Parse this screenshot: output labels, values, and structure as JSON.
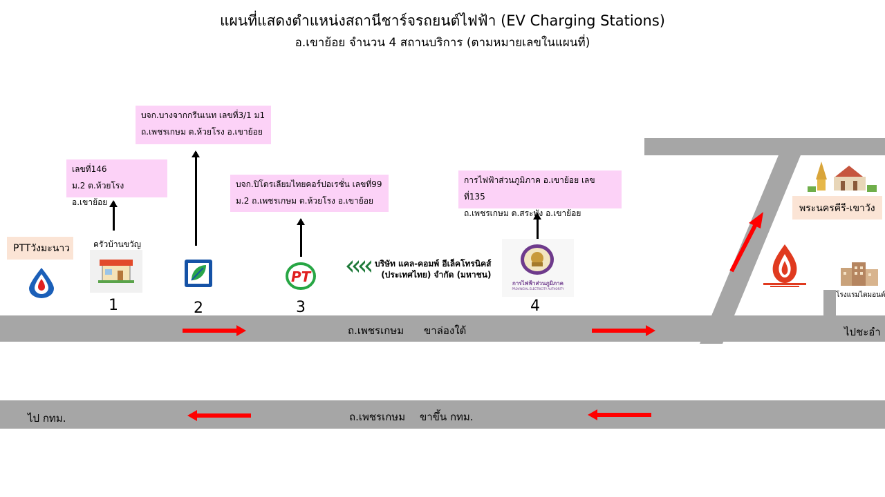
{
  "header": {
    "title": "แผนที่แสดงตำแหน่งสถานีชาร์จรถยนต์ไฟฟ้า (EV Charging Stations)",
    "subtitle": "อ.เขาย้อย จำนวน 4 สถานบริการ (ตามหมายเลขในแผนที่)"
  },
  "landmarks": {
    "ptt_label": "PTTวังมะนาว",
    "restaurant_label": "ครัวบ้านขวัญ",
    "pea_name": "การไฟฟ้าส่วนภูมิภาค",
    "pea_name_en": "PROVINCIAL ELECTRICITY AUTHORITY",
    "company_line1": "บริษัท แคล-คอมพ์ อีเล็คโทรนิคส์",
    "company_line2": "(ประเทศไทย) จำกัด (มหาชน)",
    "palace_label": "พระนครคีรี-เขาวัง",
    "hotel_label": "โรงแรมไดมอนด์"
  },
  "stations": [
    {
      "number": "1",
      "address_line1": "เลขที่146",
      "address_line2": "ม.2 ต.ห้วยโรง อ.เขาย้อย"
    },
    {
      "number": "2",
      "address_line1": "บจก.บางจากกรีนเนท เลขที่3/1 ม1",
      "address_line2": "ถ.เพชรเกษม ต.ห้วยโรง อ.เขาย้อย"
    },
    {
      "number": "3",
      "address_line1": "บจก.ปิโตรเลียมไทยคอร์ปอเรชั่น เลขที่99",
      "address_line2": "ม.2 ถ.เพชรเกษม ต.ห้วยโรง อ.เขาย้อย"
    },
    {
      "number": "4",
      "address_line1": "การไฟฟ้าส่วนภูมิภาค อ.เขาย้อย เลขที่135",
      "address_line2": "ถ.เพชรเกษม ต.สระพัง อ.เขาย้อย"
    }
  ],
  "roads": {
    "south_road_name": "ถ.เพชรเกษม",
    "south_direction": "ขาล่องใต้",
    "south_destination": "ไปชะอำ",
    "north_road_name": "ถ.เพชรเกษม",
    "north_direction": "ขาขึ้น กทม.",
    "north_destination": "ไป กทม."
  },
  "colors": {
    "road": "#a6a6a6",
    "address_box": "#fcd2f7",
    "label_box": "#fbe4d5",
    "direction_arrow": "#ff0000"
  }
}
